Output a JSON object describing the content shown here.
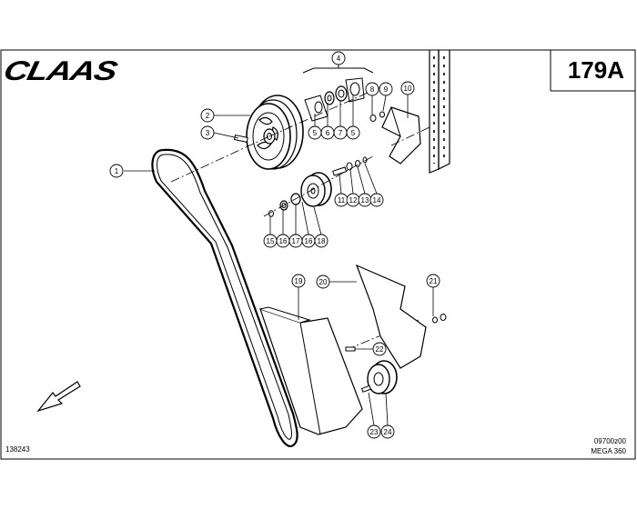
{
  "header": {
    "brand": "CLAAS",
    "page_number": "179A"
  },
  "footer": {
    "drawing_no": "138243",
    "ref_code": "09700z00",
    "model": "MEGA 360"
  },
  "callouts": [
    {
      "n": "1"
    },
    {
      "n": "2"
    },
    {
      "n": "3"
    },
    {
      "n": "4"
    },
    {
      "n": "5a"
    },
    {
      "n": "6"
    },
    {
      "n": "7"
    },
    {
      "n": "5b"
    },
    {
      "n": "8"
    },
    {
      "n": "9"
    },
    {
      "n": "10"
    },
    {
      "n": "11"
    },
    {
      "n": "12"
    },
    {
      "n": "13"
    },
    {
      "n": "14"
    },
    {
      "n": "15"
    },
    {
      "n": "16a"
    },
    {
      "n": "17"
    },
    {
      "n": "16b"
    },
    {
      "n": "18"
    },
    {
      "n": "19"
    },
    {
      "n": "20"
    },
    {
      "n": "21"
    },
    {
      "n": "22"
    },
    {
      "n": "23"
    },
    {
      "n": "24"
    }
  ],
  "labels": {
    "c1": "1",
    "c2": "2",
    "c3": "3",
    "c4": "4",
    "c5a": "5",
    "c6": "6",
    "c7": "7",
    "c5b": "5",
    "c8": "8",
    "c9": "9",
    "c10": "10",
    "c11": "11",
    "c12": "12",
    "c13": "13",
    "c14": "14",
    "c15": "15",
    "c16a": "16",
    "c17": "17",
    "c16b": "16",
    "c18": "18",
    "c19": "19",
    "c20": "20",
    "c21": "21",
    "c22": "22",
    "c23": "23",
    "c24": "24"
  }
}
